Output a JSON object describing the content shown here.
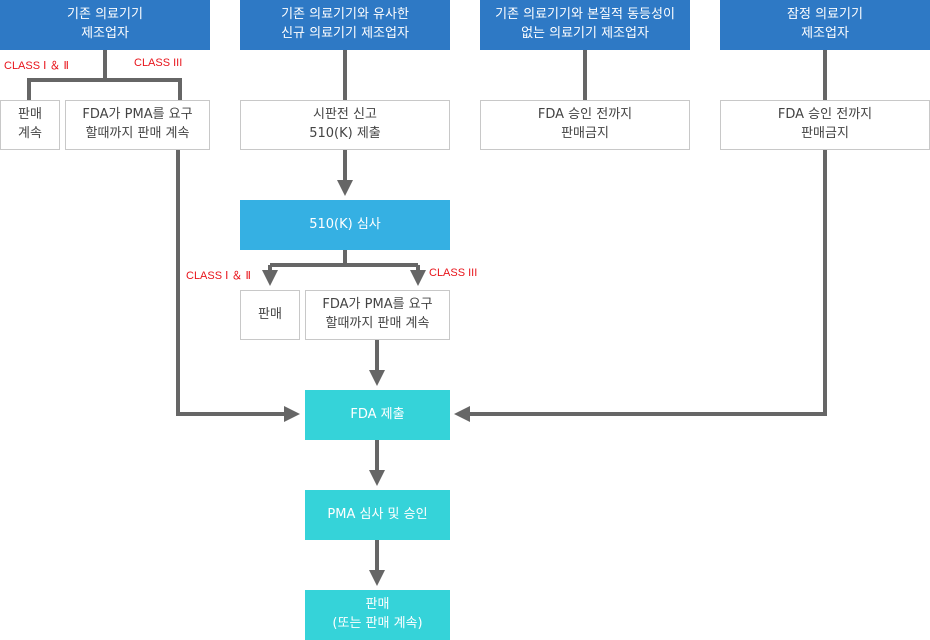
{
  "headers": {
    "existing": "기존 의료기기\n제조업자",
    "similar_new": "기존 의료기기와 유사한\n신규 의료기기 제조업자",
    "no_equivalence": "기존 의료기기와 본질적 동등성이\n없는 의료기기 제조업자",
    "provisional": "잠정 의료기기\n제조업자"
  },
  "boxes": {
    "sell_continue": "판매\n계속",
    "sell_until_pma_left": "FDA가 PMA를 요구\n할때까지 판매 계속",
    "premarket_notice": "시판전 신고\n510(K) 제출",
    "ban_until_approval_3": "FDA 승인 전까지\n판매금지",
    "ban_until_approval_4": "FDA 승인 전까지\n판매금지",
    "review_510k": "510(K) 심사",
    "sell_mid": "판매",
    "sell_until_pma_mid": "FDA가 PMA를 요구\n할때까지 판매 계속",
    "fda_submit": "FDA 제출",
    "pma_review": "PMA 심사 및 승인",
    "final_sell": "판매\n(또는 판매 계속)"
  },
  "labels": {
    "class_1_2_top": "CLASS Ⅰ ＆ Ⅱ",
    "class_3_top": "CLASS III",
    "class_1_2_mid": "CLASS Ⅰ ＆ Ⅱ",
    "class_3_mid": "CLASS III"
  },
  "colors": {
    "header": "#2e79c5",
    "review_box": "#35b0e3",
    "process_box": "#35d3d9",
    "connector": "#666666",
    "class_label": "#e8141b"
  }
}
